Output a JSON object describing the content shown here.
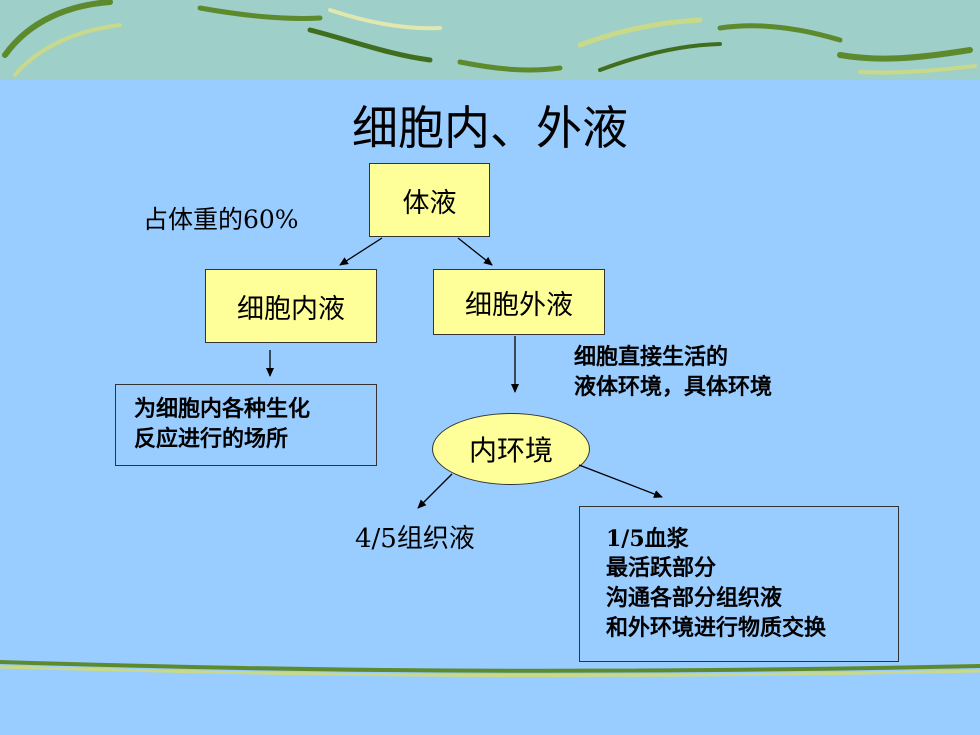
{
  "title": "细胞内、外液",
  "root": {
    "label": "体液",
    "note": "占体重的60%"
  },
  "intracellular": {
    "label": "细胞内液",
    "desc": [
      "为细胞内各种生化",
      "反应进行的场所"
    ]
  },
  "extracellular": {
    "label": "细胞外液",
    "desc": [
      "细胞直接生活的",
      "液体环境，具体环境"
    ]
  },
  "internal_environment": {
    "label": "内环境"
  },
  "tissue_fluid": {
    "label": "4/5组织液"
  },
  "plasma": {
    "lines": [
      "1/5血浆",
      "最活跃部分",
      "沟通各部分组织液",
      "和外环境进行物质交换"
    ]
  },
  "colors": {
    "background": "#99CCFF",
    "box_fill": "#FFFF99",
    "banner": "#9ECFC9",
    "banner_strokes": "#5E8A2E"
  }
}
